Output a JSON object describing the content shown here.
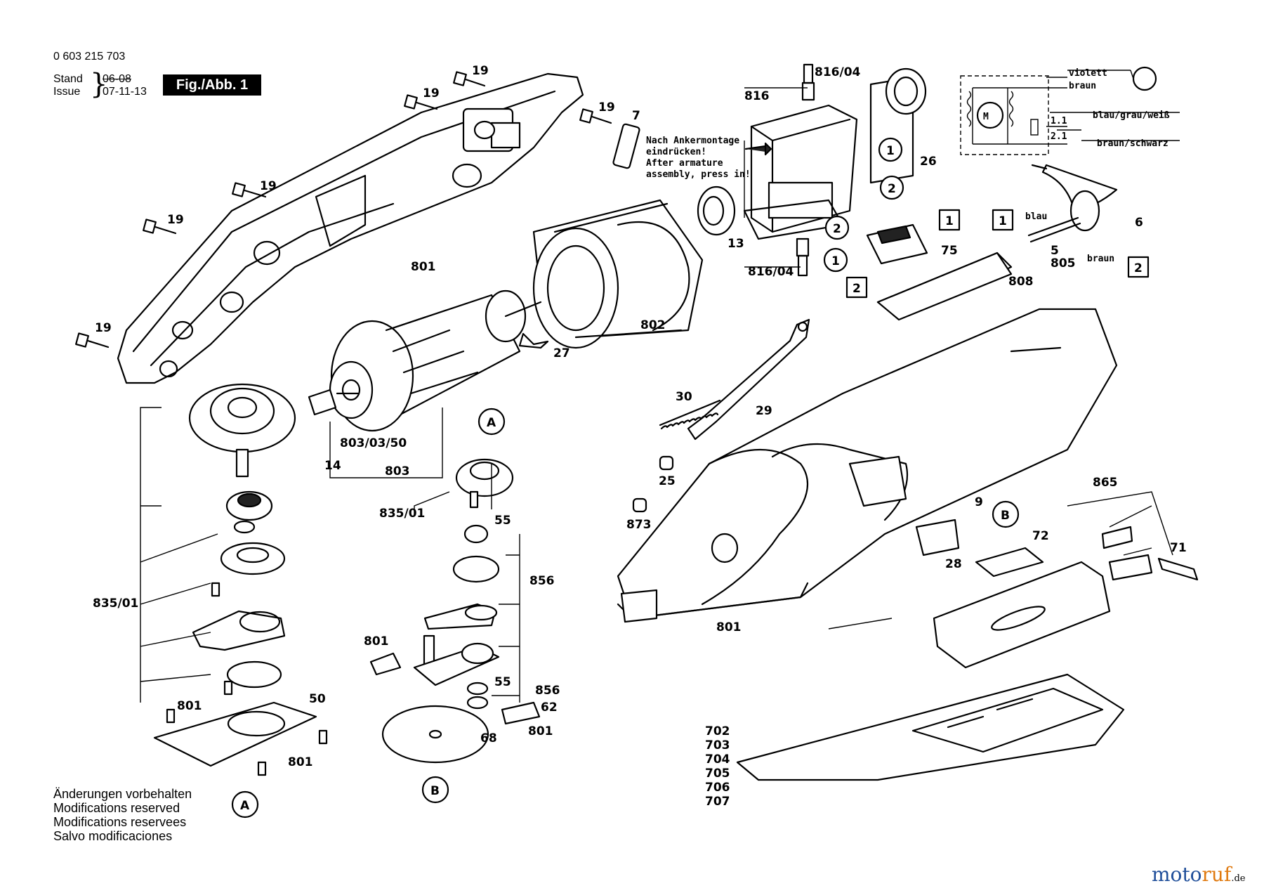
{
  "header": {
    "doc_number": "0 603 215 703",
    "stand_label": "Stand",
    "stand_value": "06-08",
    "issue_label": "Issue",
    "issue_value": "07-11-13",
    "fig_tag": "Fig./Abb. 1"
  },
  "notes": {
    "armature_line1": "Nach Ankermontage",
    "armature_line2": "eindrücken!",
    "armature_line3": "After armature",
    "armature_line4": "assembly, press in!"
  },
  "wiring": {
    "violett": "violett",
    "braun": "braun",
    "blau_grau_weiss": "blau/grau/weiß",
    "braun_schwarz": "braun/schwarz",
    "motor": "M",
    "pin1": "1.1",
    "pin2": "2.1",
    "blau": "blau",
    "braun2": "braun"
  },
  "callouts": {
    "c1": "1",
    "c2": "2",
    "a": "A",
    "b": "B"
  },
  "parts": {
    "p19": "19",
    "p7": "7",
    "p816_04": "816/04",
    "p816": "816",
    "p26": "26",
    "p13": "13",
    "p75": "75",
    "p6": "6",
    "p5": "5",
    "p805": "805",
    "p808": "808",
    "p801": "801",
    "p802": "802",
    "p27": "27",
    "p30": "30",
    "p29": "29",
    "p25": "25",
    "p873": "873",
    "p9": "9",
    "p865": "865",
    "p72": "72",
    "p71": "71",
    "p28": "28",
    "p835_01": "835/01",
    "p55": "55",
    "p856": "856",
    "p803_03_50": "803/03/50",
    "p14": "14",
    "p803": "803",
    "p50": "50",
    "p62": "62",
    "p68": "68",
    "p702": "702",
    "p703": "703",
    "p704": "704",
    "p705": "705",
    "p706": "706",
    "p707": "707"
  },
  "footer": {
    "line1": "Änderungen vorbehalten",
    "line2": "Modifications reserved",
    "line3": "Modifications reservees",
    "line4": "Salvo modificaciones"
  },
  "brand": {
    "name_moto": "moto",
    "name_ruf": "ruf",
    "domain": ".de"
  },
  "colors": {
    "ink": "#000000",
    "paper": "#ffffff",
    "logo_blue": "#1f4e9a",
    "logo_orange": "#e07a10"
  }
}
